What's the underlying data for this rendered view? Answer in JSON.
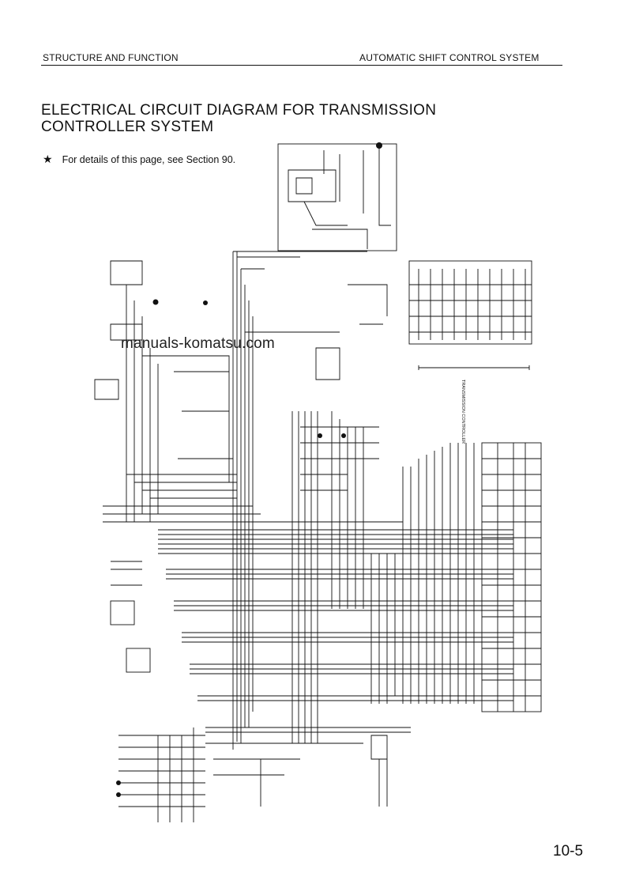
{
  "header": {
    "left": "STRUCTURE AND FUNCTION",
    "right": "AUTOMATIC SHIFT CONTROL SYSTEM"
  },
  "title": {
    "line1": "ELECTRICAL CIRCUIT DIAGRAM FOR TRANSMISSION",
    "line2": "CONTROLLER SYSTEM"
  },
  "note": {
    "icon": "star-icon",
    "text": "For details of this page, see Section 90."
  },
  "watermark": "manuals-komatsu.com",
  "diagram": {
    "labels": {
      "controller": "TRANSMISSION CONTROLLER"
    }
  },
  "page_number": "10-5"
}
